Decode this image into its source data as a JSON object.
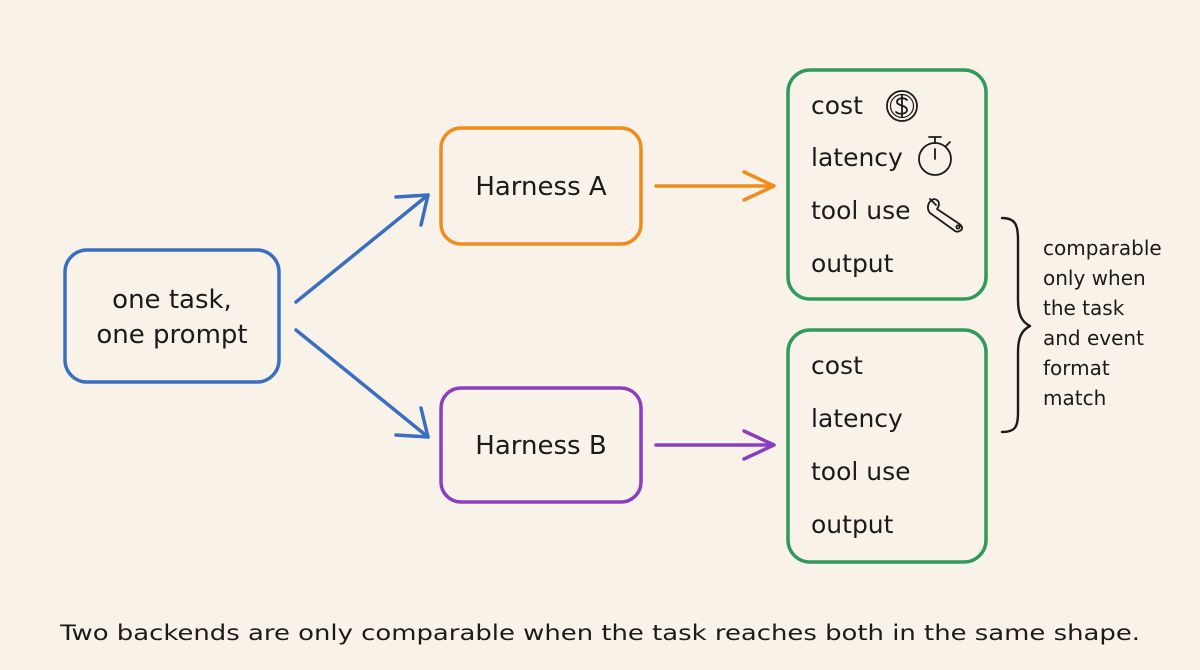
{
  "colors": {
    "background": "#f8f2e8",
    "input": "#3a6ec1",
    "harness_a": "#f08c1d",
    "harness_b": "#8a3fbf",
    "metrics": "#2f9a5b",
    "ink": "#1b1b1b"
  },
  "input": {
    "line1": "one task,",
    "line2": "one prompt"
  },
  "harness_a": {
    "label": "Harness A"
  },
  "harness_b": {
    "label": "Harness B"
  },
  "metrics_a": {
    "items": [
      "cost",
      "latency",
      "tool use",
      "output"
    ],
    "icons": [
      "dollar-coin-icon",
      "stopwatch-icon",
      "wrench-icon"
    ]
  },
  "metrics_b": {
    "items": [
      "cost",
      "latency",
      "tool use",
      "output"
    ]
  },
  "note": {
    "lines": [
      "comparable",
      "only when",
      "the task",
      "and event",
      "format",
      "match"
    ]
  },
  "caption": "Two backends are only comparable when the task reaches both in the same shape."
}
